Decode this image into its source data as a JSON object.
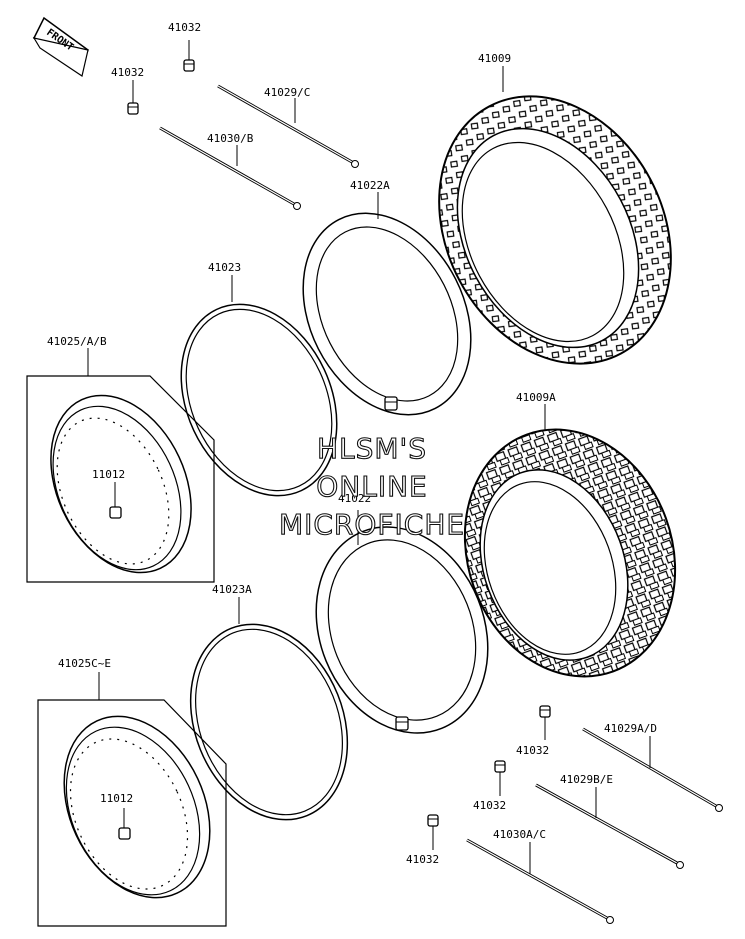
{
  "front_label": "FRONT",
  "watermark": {
    "line1": "HLSM'S",
    "line2": "ONLINE",
    "line3": "MICROFICHE"
  },
  "labels": {
    "nipple_top_1": "41032",
    "nipple_top_2": "41032",
    "spoke_c": "41029/C",
    "spoke_b": "41030/B",
    "tire_front": "41009",
    "tube_front": "41022A",
    "band_front": "41023",
    "rim_front": "41025/A/B",
    "valve_front": "11012",
    "tire_rear": "41009A",
    "tube_rear": "41022",
    "band_rear": "41023A",
    "rim_rear": "41025C~E",
    "valve_rear": "11012",
    "nipple_r1": "41032",
    "spoke_ad": "41029A/D",
    "nipple_r2": "41032",
    "spoke_be": "41029B/E",
    "nipple_r3": "41032",
    "spoke_ac": "41030A/C"
  }
}
